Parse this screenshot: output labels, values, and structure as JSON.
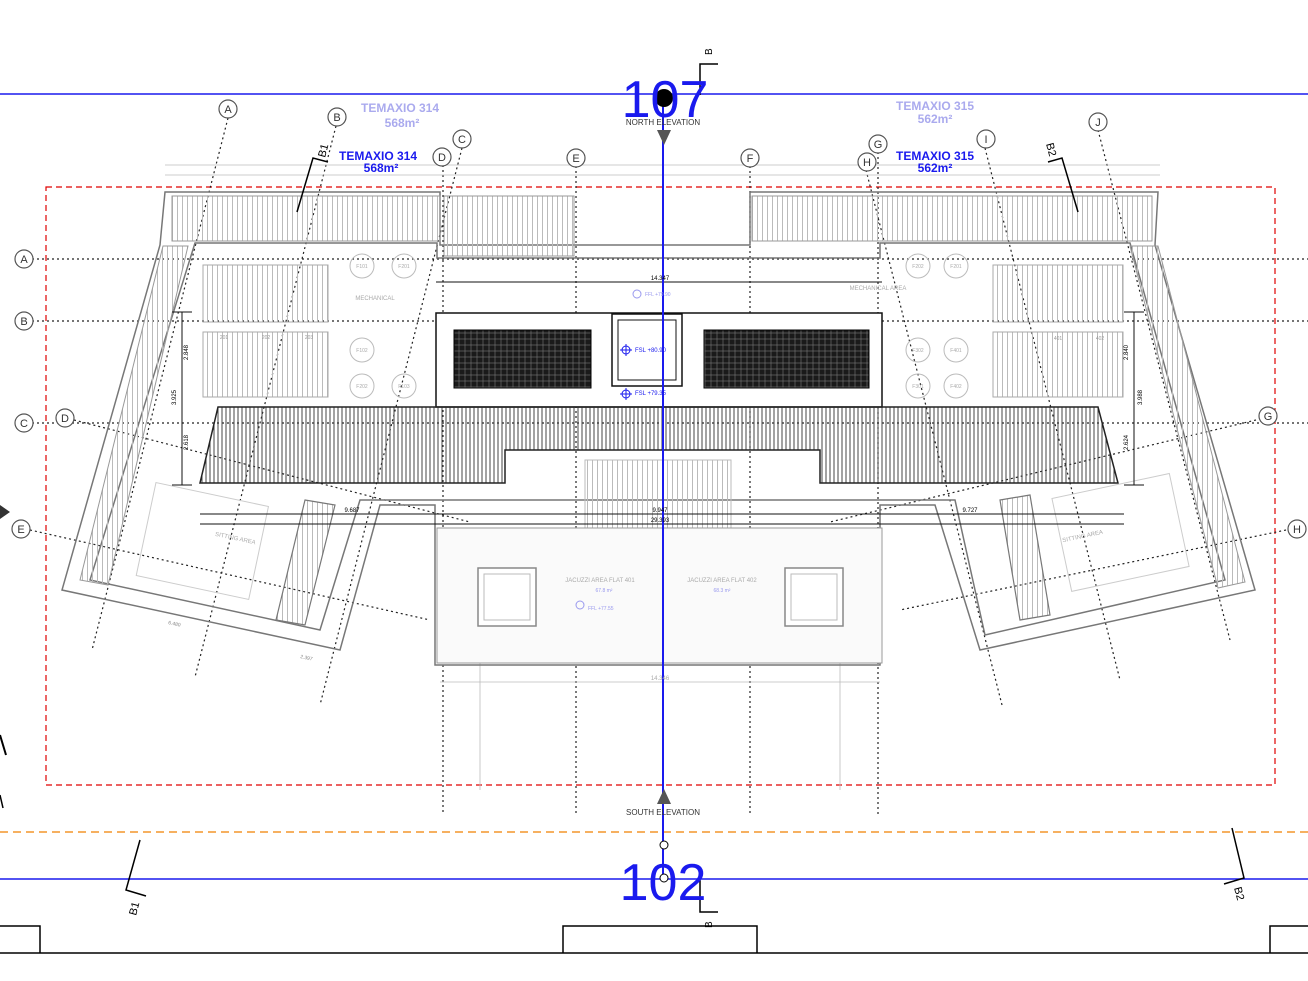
{
  "elevation_numbers": {
    "north": "107",
    "south": "102"
  },
  "elevation_labels": {
    "north": "NORTH ELEVATION",
    "south": "SOUTH ELEVATION"
  },
  "section_marks": {
    "b_top": "B",
    "b_bottom": "B",
    "b1": "B1",
    "b2": "B2"
  },
  "plots": {
    "left_main": {
      "name": "TEMAXIO 314",
      "area": "568m²"
    },
    "right_main": {
      "name": "TEMAXIO 315",
      "area": "562m²"
    },
    "left_faded": {
      "name": "TEMAXIO 314",
      "area": "568m²"
    },
    "right_faded": {
      "name": "TEMAXIO 315",
      "area": "562m²"
    }
  },
  "grid_bubbles": [
    "A",
    "B",
    "C",
    "D",
    "E",
    "F",
    "G",
    "H",
    "I",
    "J"
  ],
  "levels": {
    "fsl_upper": "FSL +80.90",
    "fsl_lower": "FSL +79.35",
    "ffl_terrace": "FFL +77.55",
    "ffl_upper": "FFL +79.90"
  },
  "dimensions": {
    "top_width": "14.347",
    "left_run": "9.687",
    "mid_run": "9.947",
    "right_run": "9.727",
    "overall": "29.393",
    "bottom_width": "14.346",
    "right_vert_1": "2.840",
    "right_vert_2": "3.988",
    "right_vert_3": "2.624",
    "left_vert_1": "2.848",
    "left_vert_2": "3.925",
    "left_vert_3": "2.618",
    "bottom_left_1": "6.480",
    "bottom_left_2": "2.397"
  },
  "room_labels": {
    "mechanical": "MECHANICAL",
    "mechanical_area": "MECHANICAL AREA",
    "sitting_left": "SITTING AREA",
    "sitting_right": "SITTING AREA",
    "jacuzzi_401": "JACUZZI AREA FLAT 401",
    "jacuzzi_402": "JACUZZI AREA FLAT 402",
    "jacuzzi_401_area": "67.8 m²",
    "jacuzzi_402_area": "68.3 m²"
  },
  "units_left": [
    "F101",
    "F201",
    "F102",
    "F202",
    "F103"
  ],
  "units_right": [
    "F202",
    "F201",
    "F302",
    "F401",
    "F301",
    "F402"
  ],
  "store_labels": [
    "201",
    "202",
    "203",
    "401",
    "402"
  ],
  "colors": {
    "plot_line": "#1a1aee",
    "boundary_red": "#e00000",
    "setback_orange": "#f08000",
    "faded_blue": "#9999ee"
  }
}
